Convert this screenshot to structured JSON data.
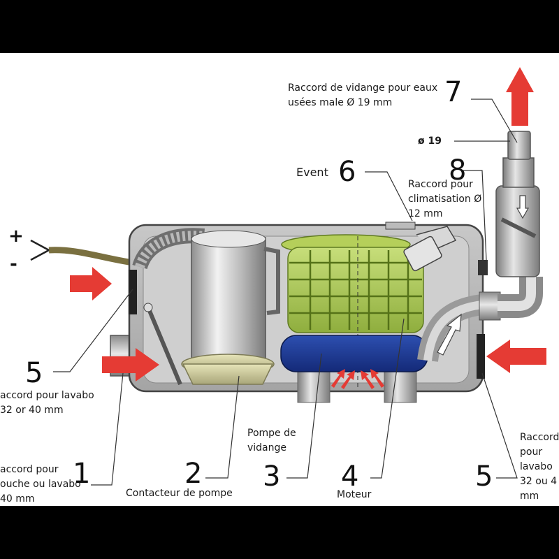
{
  "diagram": {
    "labels": {
      "l7": "Raccord de vidange pour eaux usées male Ø 19 mm",
      "phi19": "ø  19",
      "event": "Event",
      "clim": "Raccord pour climatisation Ø 12 mm",
      "l5left": "accord pour lavabo 32 or 40 mm",
      "l1": "accord pour ouche ou lavabo 40 mm",
      "l2": "Contacteur de pompe",
      "l3": "Pompe de vidange",
      "l4": "Moteur",
      "l5right": "Raccord pour lavabo 32 ou 4 mm"
    },
    "numbers": {
      "n7": "7",
      "n6": "6",
      "n8": "8",
      "n5left": "5",
      "n1": "1",
      "n2": "2",
      "n3": "3",
      "n4": "4",
      "n5right": "5"
    },
    "symbols": {
      "plus": "+",
      "minus": "-"
    }
  }
}
